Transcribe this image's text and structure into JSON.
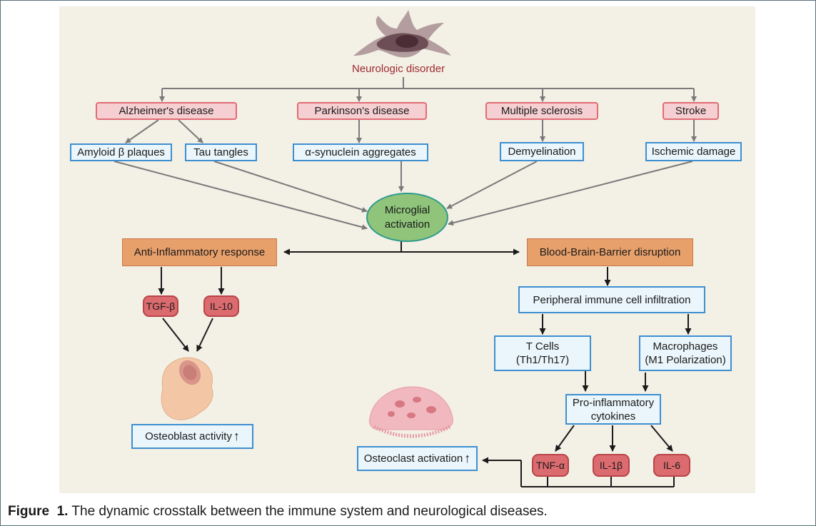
{
  "diagram": {
    "top_node": "Neurologic disorder",
    "diseases": [
      "Alzheimer's disease",
      "Parkinson's disease",
      "Multiple sclerosis",
      "Stroke"
    ],
    "pathologies": [
      "Amyloid β plaques",
      "Tau tangles",
      "α-synuclein aggregates",
      "Demyelination",
      "Ischemic damage"
    ],
    "microglia": {
      "line1": "Microglial",
      "line2": "activation"
    },
    "anti_inflammatory": "Anti-Inflammatory response",
    "bbb": "Blood-Brain-Barrier disruption",
    "tgf": "TGF-β",
    "il10": "IL-10",
    "osteoblast": "Osteoblast activity",
    "peripheral": "Peripheral immune cell infiltration",
    "tcells": {
      "line1": "T Cells",
      "line2": "(Th1/Th17)"
    },
    "macrophages": {
      "line1": "Macrophages",
      "line2": "(M1 Polarization)"
    },
    "proinflam": {
      "line1": "Pro-inflammatory",
      "line2": "cytokines"
    },
    "tnf": "TNF-α",
    "il1b": "IL-1β",
    "il6": "IL-6",
    "osteoclast": "Osteoclast activation",
    "up_arrow": "↑"
  },
  "caption": {
    "label": "Figure  1.",
    "text": "The dynamic crosstalk between the immune system and neurological diseases."
  },
  "colors": {
    "panel_bg": "#f3f0e6",
    "disease_box": "#f6cfd2",
    "pathology_box": "#eaf6fb",
    "response_box": "#e8a06b",
    "cytokine_box": "#db6b6f",
    "microglia_oval": "#8fc47a",
    "neurologic_text": "#9e2a2f"
  }
}
